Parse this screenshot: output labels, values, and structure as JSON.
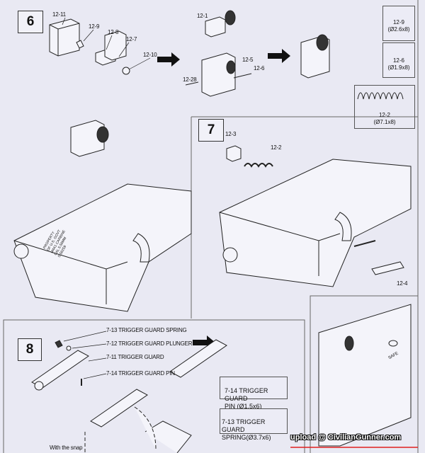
{
  "step6": {
    "number": "6",
    "labels": [
      "12-11",
      "12-9",
      "12-8",
      "12-7",
      "12-10",
      "12-1",
      "12-5",
      "12-6",
      "12-28"
    ],
    "specs": [
      {
        "part": "12-9",
        "size": "(Ø2.6x8)"
      },
      {
        "part": "12-6",
        "size": "(Ø1.9x8)"
      },
      {
        "part": "12-2",
        "size": "(Ø7.1x8)"
      }
    ]
  },
  "step7": {
    "number": "7",
    "labels": [
      "12-3",
      "12-2",
      "12-4"
    ]
  },
  "step8": {
    "number": "8",
    "labels": [
      "7-13 TRIGGER GUARD SPRING",
      "7-12 TRIGGER GUARD PLUNGER",
      "7-11 TRIGGER GUARD",
      "7-14 TRIGGER GUARD PIN"
    ],
    "specs": [
      {
        "line1": "7-14 TRIGGER GUARD",
        "line2": "PIN (Ø1.5x6)"
      },
      {
        "line1": "7-13 TRIGGER GUARD",
        "line2": "SPRING(Ø3.7x6)"
      }
    ],
    "note": "With the snap"
  },
  "receiver_marking": [
    "PROPERTY",
    "OF U.S. GOVT",
    "M4A1 CARBINE",
    "CAL 5.56MM",
    "S 56259"
  ],
  "selector_marking": "SAFE",
  "watermark": "upload @ CivilianGunner.com",
  "colors": {
    "background": "#e9e9f3",
    "line": "#222222",
    "watermark_underline": "#e02020"
  }
}
